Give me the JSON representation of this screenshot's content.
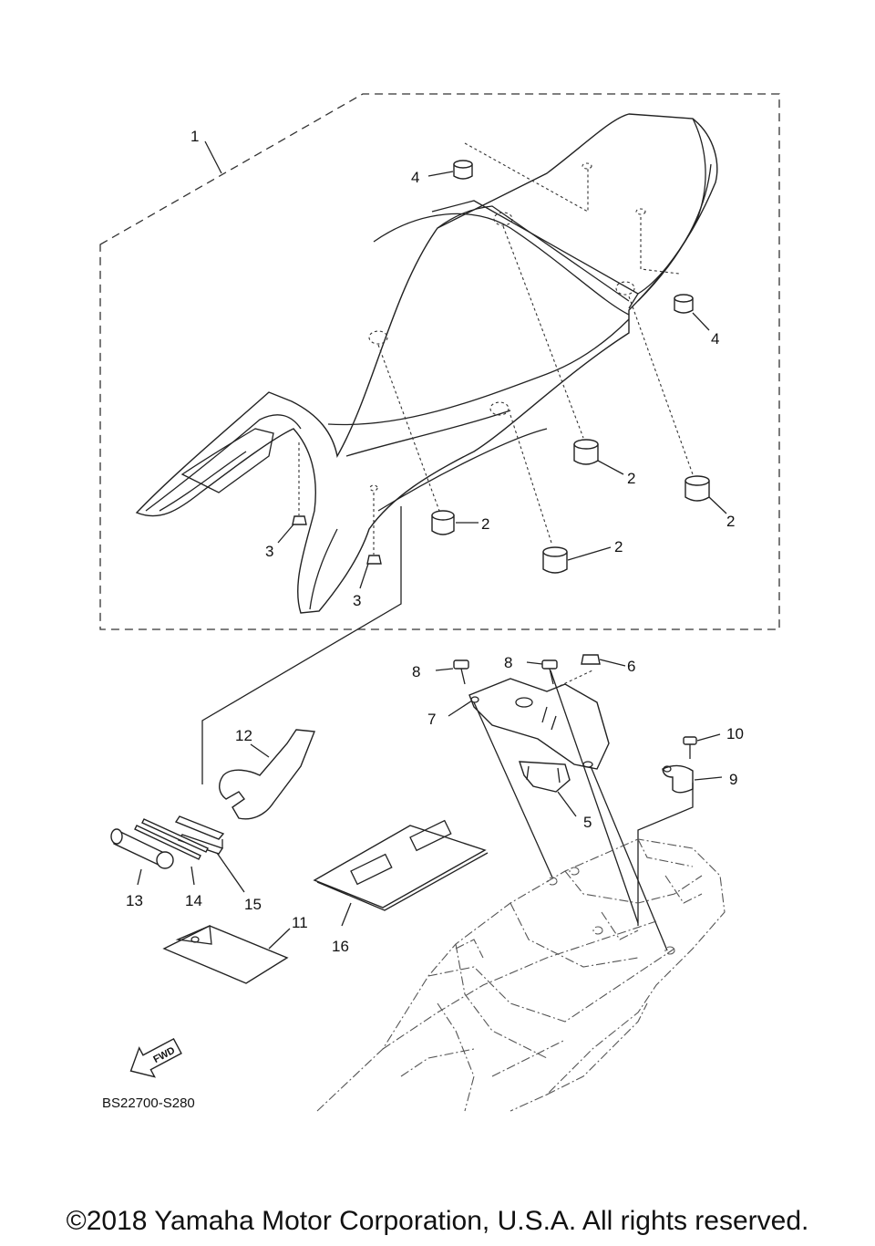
{
  "diagram": {
    "callouts": [
      {
        "id": "c1",
        "label": "1"
      },
      {
        "id": "c2a",
        "label": "2"
      },
      {
        "id": "c2b",
        "label": "2"
      },
      {
        "id": "c2c",
        "label": "2"
      },
      {
        "id": "c2d",
        "label": "2"
      },
      {
        "id": "c3a",
        "label": "3"
      },
      {
        "id": "c3b",
        "label": "3"
      },
      {
        "id": "c4a",
        "label": "4"
      },
      {
        "id": "c4b",
        "label": "4"
      },
      {
        "id": "c5",
        "label": "5"
      },
      {
        "id": "c6",
        "label": "6"
      },
      {
        "id": "c7",
        "label": "7"
      },
      {
        "id": "c8a",
        "label": "8"
      },
      {
        "id": "c8b",
        "label": "8"
      },
      {
        "id": "c9",
        "label": "9"
      },
      {
        "id": "c10",
        "label": "10"
      },
      {
        "id": "c11",
        "label": "11"
      },
      {
        "id": "c12",
        "label": "12"
      },
      {
        "id": "c13",
        "label": "13"
      },
      {
        "id": "c14",
        "label": "14"
      },
      {
        "id": "c15",
        "label": "15"
      },
      {
        "id": "c16",
        "label": "16"
      }
    ],
    "fwd_label": "FWD",
    "drawing_code": "BS22700-S280"
  },
  "footer": {
    "copyright": "©2018 Yamaha Motor Corporation, U.S.A. All rights reserved."
  }
}
